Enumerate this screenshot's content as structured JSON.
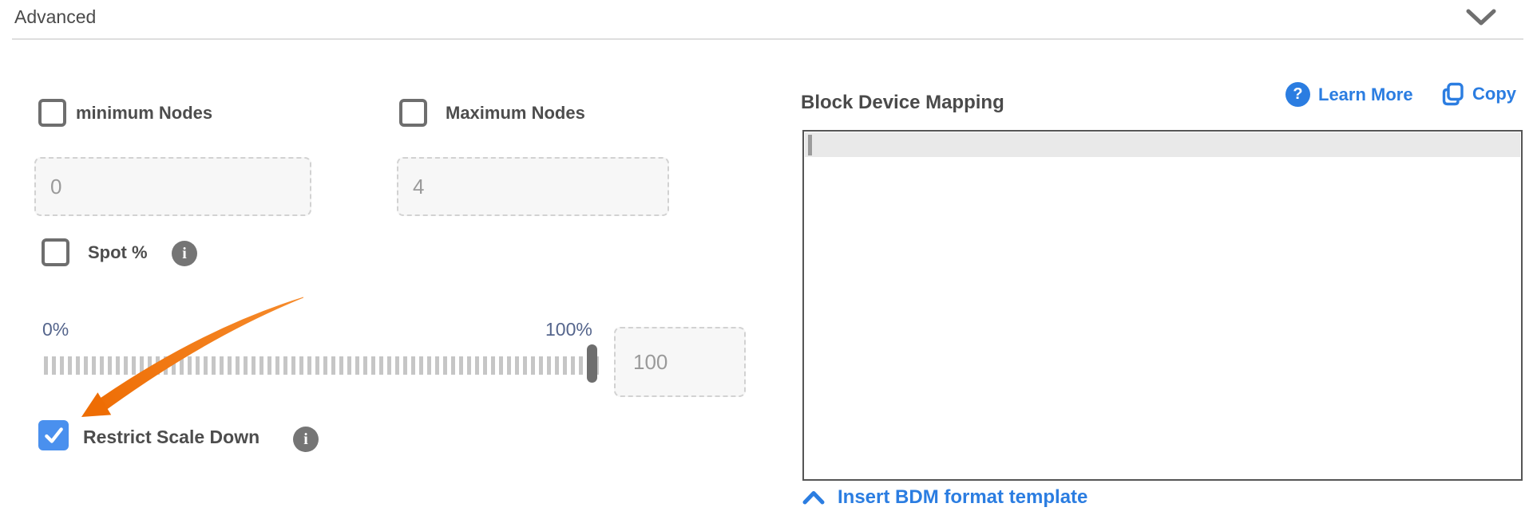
{
  "header": {
    "title": "Advanced"
  },
  "icons": {
    "info": "i",
    "help": "?"
  },
  "left": {
    "min_nodes": {
      "label": "minimum Nodes",
      "value": "0",
      "checked": false
    },
    "max_nodes": {
      "label": "Maximum Nodes",
      "value": "4",
      "checked": false
    },
    "spot": {
      "label": "Spot %",
      "checked": false
    },
    "slider": {
      "min_label": "0%",
      "max_label": "100%",
      "value": "100",
      "position_percent": 100
    },
    "restrict_scale_down": {
      "label": "Restrict Scale Down",
      "checked": true
    }
  },
  "bdm": {
    "title": "Block Device Mapping",
    "learn_more_label": "Learn More",
    "copy_label": "Copy",
    "editor_value": "",
    "insert_template_label": "Insert BDM format template"
  },
  "colors": {
    "link_blue": "#2b7de1",
    "checkbox_checked_blue": "#4a90ee",
    "annotation_orange": "#f0730e",
    "slider_label_blue": "#55658c"
  }
}
